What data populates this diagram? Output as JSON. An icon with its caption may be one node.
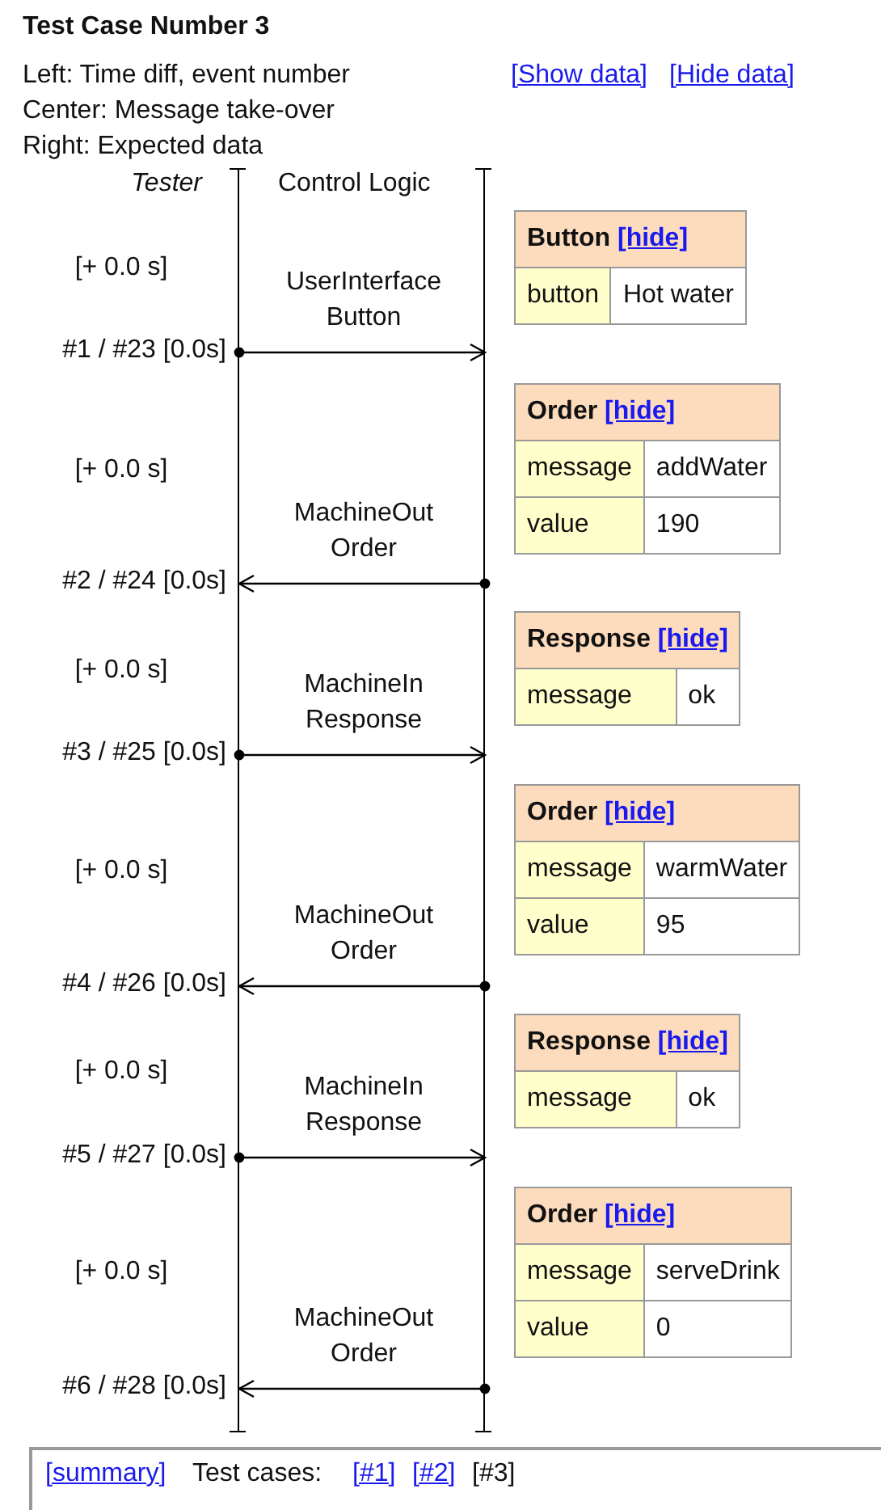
{
  "diagram": {
    "title": "Test Case Number 3",
    "nodes": [
      {
        "text": [
          "Tester"
        ]
      },
      {
        "text": [
          "Control Logic"
        ]
      },
      {
        "text": [
          "Button",
          "[hide]",
          "button",
          "Hot water"
        ]
      },
      {
        "text": [
          "Order",
          "[hide]",
          "message",
          "addWater",
          "value",
          "190"
        ]
      },
      {
        "text": [
          "Response",
          "[hide]",
          "message",
          "ok"
        ]
      },
      {
        "text": [
          "Order",
          "[hide]",
          "message",
          "warmWater",
          "value",
          "95"
        ]
      },
      {
        "text": [
          "Response",
          "[hide]",
          "message",
          "ok"
        ]
      },
      {
        "text": [
          "Order",
          "[hide]",
          "message",
          "serveDrink",
          "value",
          "0"
        ]
      }
    ],
    "edges": [
      {
        "from": 0,
        "to": 1,
        "arrow": "to",
        "label": "UserInterface Button"
      },
      {
        "from": 1,
        "to": 0,
        "arrow": "to",
        "label": "MachineOut Order"
      },
      {
        "from": 0,
        "to": 1,
        "arrow": "to",
        "label": "MachineIn Response"
      },
      {
        "from": 1,
        "to": 0,
        "arrow": "to",
        "label": "MachineOut Order"
      },
      {
        "from": 0,
        "to": 1,
        "arrow": "to",
        "label": "MachineIn Response"
      },
      {
        "from": 1,
        "to": 0,
        "arrow": "to",
        "label": "MachineOut Order"
      }
    ],
    "labels": [
      "Left: Time diff, event number",
      "[Show data]",
      "[Hide data]",
      "Center: Message take-over",
      "Right: Expected data",
      "[+ 0.0 s]",
      "#1 / #23 [0.0s]",
      "[+ 0.0 s]",
      "#2 / #24 [0.0s]",
      "[+ 0.0 s]",
      "#3 / #25 [0.0s]",
      "[+ 0.0 s]",
      "#4 / #26 [0.0s]",
      "[+ 0.0 s]",
      "#5 / #27 [0.0s]",
      "[+ 0.0 s]",
      "#6 / #28 [0.0s]",
      "[summary]",
      "Test cases:",
      "[#1]",
      "[#2]",
      "[#3]"
    ]
  }
}
